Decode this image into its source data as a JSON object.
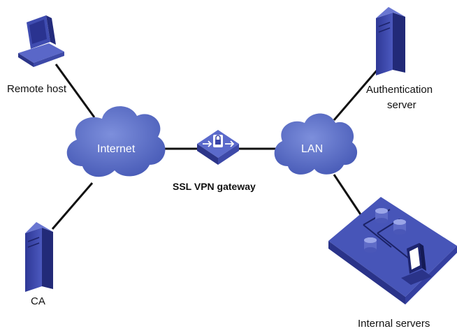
{
  "nodes": {
    "remote_host": "Remote host",
    "internet": "Internet",
    "ca": "CA",
    "gateway": "SSL VPN gateway",
    "lan": "LAN",
    "auth_server_line1": "Authentication",
    "auth_server_line2": "server",
    "internal_servers": "Internal servers"
  },
  "colors": {
    "cloud": "#5a6fc2",
    "device": "#3a45a8",
    "device_light": "#5d6acb",
    "device_dark": "#262f80",
    "link": "#111111"
  }
}
